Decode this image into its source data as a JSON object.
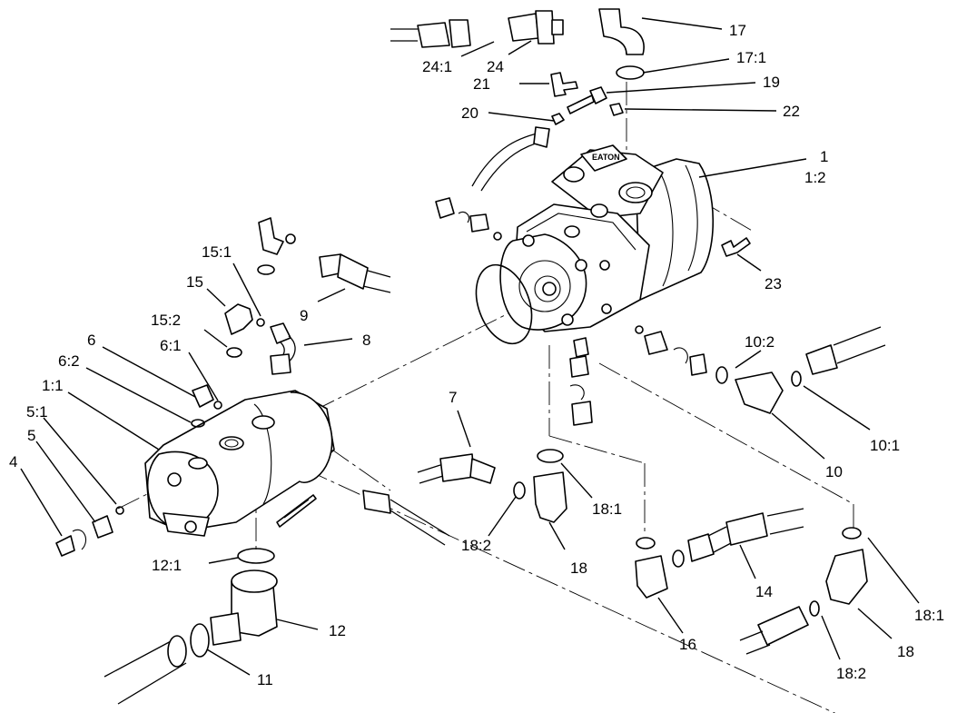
{
  "labels": {
    "l1": "1",
    "l1_2": "1:2",
    "l4": "4",
    "l5": "5",
    "l5_1": "5:1",
    "l1_1": "1:1",
    "l6_2": "6:2",
    "l6": "6",
    "l6_1": "6:1",
    "l7": "7",
    "l8": "8",
    "l9": "9",
    "l10": "10",
    "l10_1": "10:1",
    "l10_2": "10:2",
    "l11": "11",
    "l12": "12",
    "l12_1": "12:1",
    "l14": "14",
    "l15": "15",
    "l15_1": "15:1",
    "l15_2": "15:2",
    "l16": "16",
    "l17": "17",
    "l17_1": "17:1",
    "l18_a": "18",
    "l18_b": "18",
    "l18_1a": "18:1",
    "l18_1b": "18:1",
    "l18_2a": "18:2",
    "l18_2b": "18:2",
    "l19": "19",
    "l20": "20",
    "l21": "21",
    "l22": "22",
    "l23": "23",
    "l24": "24",
    "l24_1": "24:1"
  },
  "colors": {
    "line": "#000000",
    "background": "#ffffff"
  }
}
